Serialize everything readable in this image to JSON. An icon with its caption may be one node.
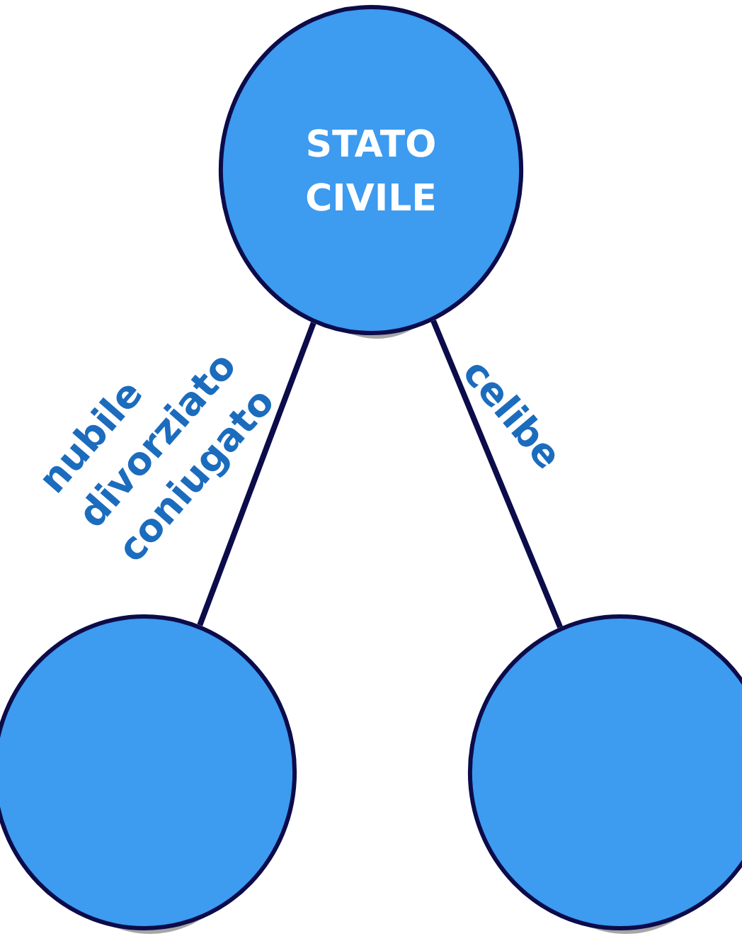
{
  "diagram": {
    "nodes": [
      {
        "text": [
          "STATO CIVILE"
        ]
      },
      {
        "text": [],
        "shape": "circle"
      },
      {
        "text": [],
        "shape": "circle"
      }
    ],
    "edges": [
      {
        "from": 0,
        "to": 1,
        "arrow": "none",
        "label": "nubile divorziato coniugato"
      },
      {
        "from": 0,
        "to": 2,
        "arrow": "none",
        "label": "celibe"
      }
    ]
  }
}
